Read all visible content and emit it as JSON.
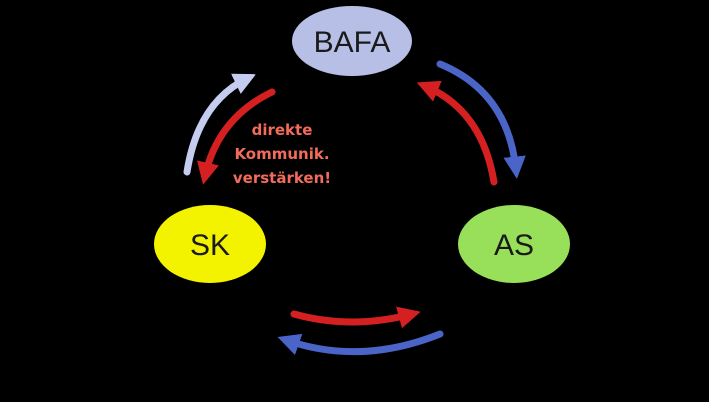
{
  "nodes": {
    "bafa": {
      "label": "BAFA",
      "color": "#b7bfe6"
    },
    "sk": {
      "label": "SK",
      "color": "#f3f300"
    },
    "as": {
      "label": "AS",
      "color": "#99e05a"
    }
  },
  "annotation": {
    "lines": [
      "direkte",
      "Kommunik.",
      "verstärken!"
    ],
    "color": "#f26b5b"
  },
  "arrow_colors": {
    "red": "#d42020",
    "blue": "#4a64c8",
    "light_blue": "#c4ccf0",
    "background": "#000000"
  }
}
